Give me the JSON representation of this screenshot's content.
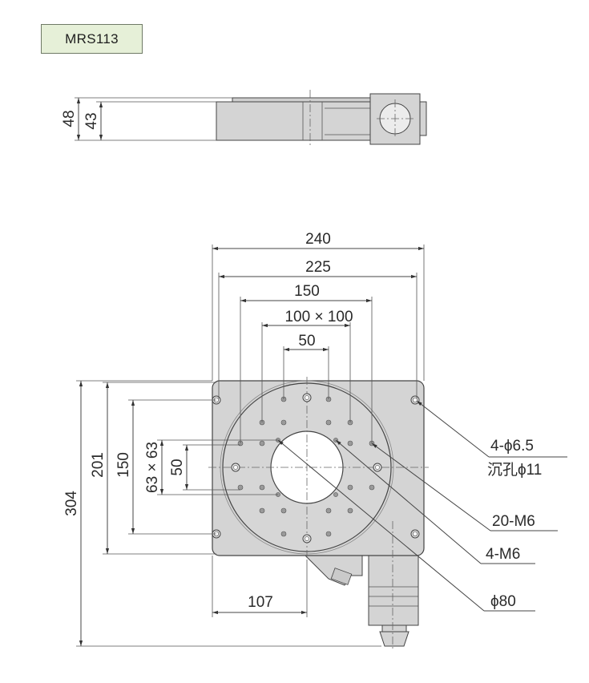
{
  "model": "MRS113",
  "side_view": {
    "dims": {
      "overall_height": "48",
      "body_height": "43"
    }
  },
  "top_view": {
    "dims": {
      "w240": "240",
      "w225": "225",
      "w150": "150",
      "w100x100": "100 × 100",
      "w50": "50",
      "h304": "304",
      "h201": "201",
      "h150": "150",
      "h63x63": "63 × 63",
      "h50": "50",
      "w107": "107"
    },
    "callouts": {
      "mount_holes": "4-ϕ6.5",
      "counterbore": "沉孔ϕ11",
      "m6_20": "20-M6",
      "m6_4": "4-M6",
      "bore": "ϕ80"
    }
  },
  "colors": {
    "body_fill": "#d4d4d4",
    "bore_fill": "#ffffff",
    "badge_fill": "#e6f0d8"
  }
}
